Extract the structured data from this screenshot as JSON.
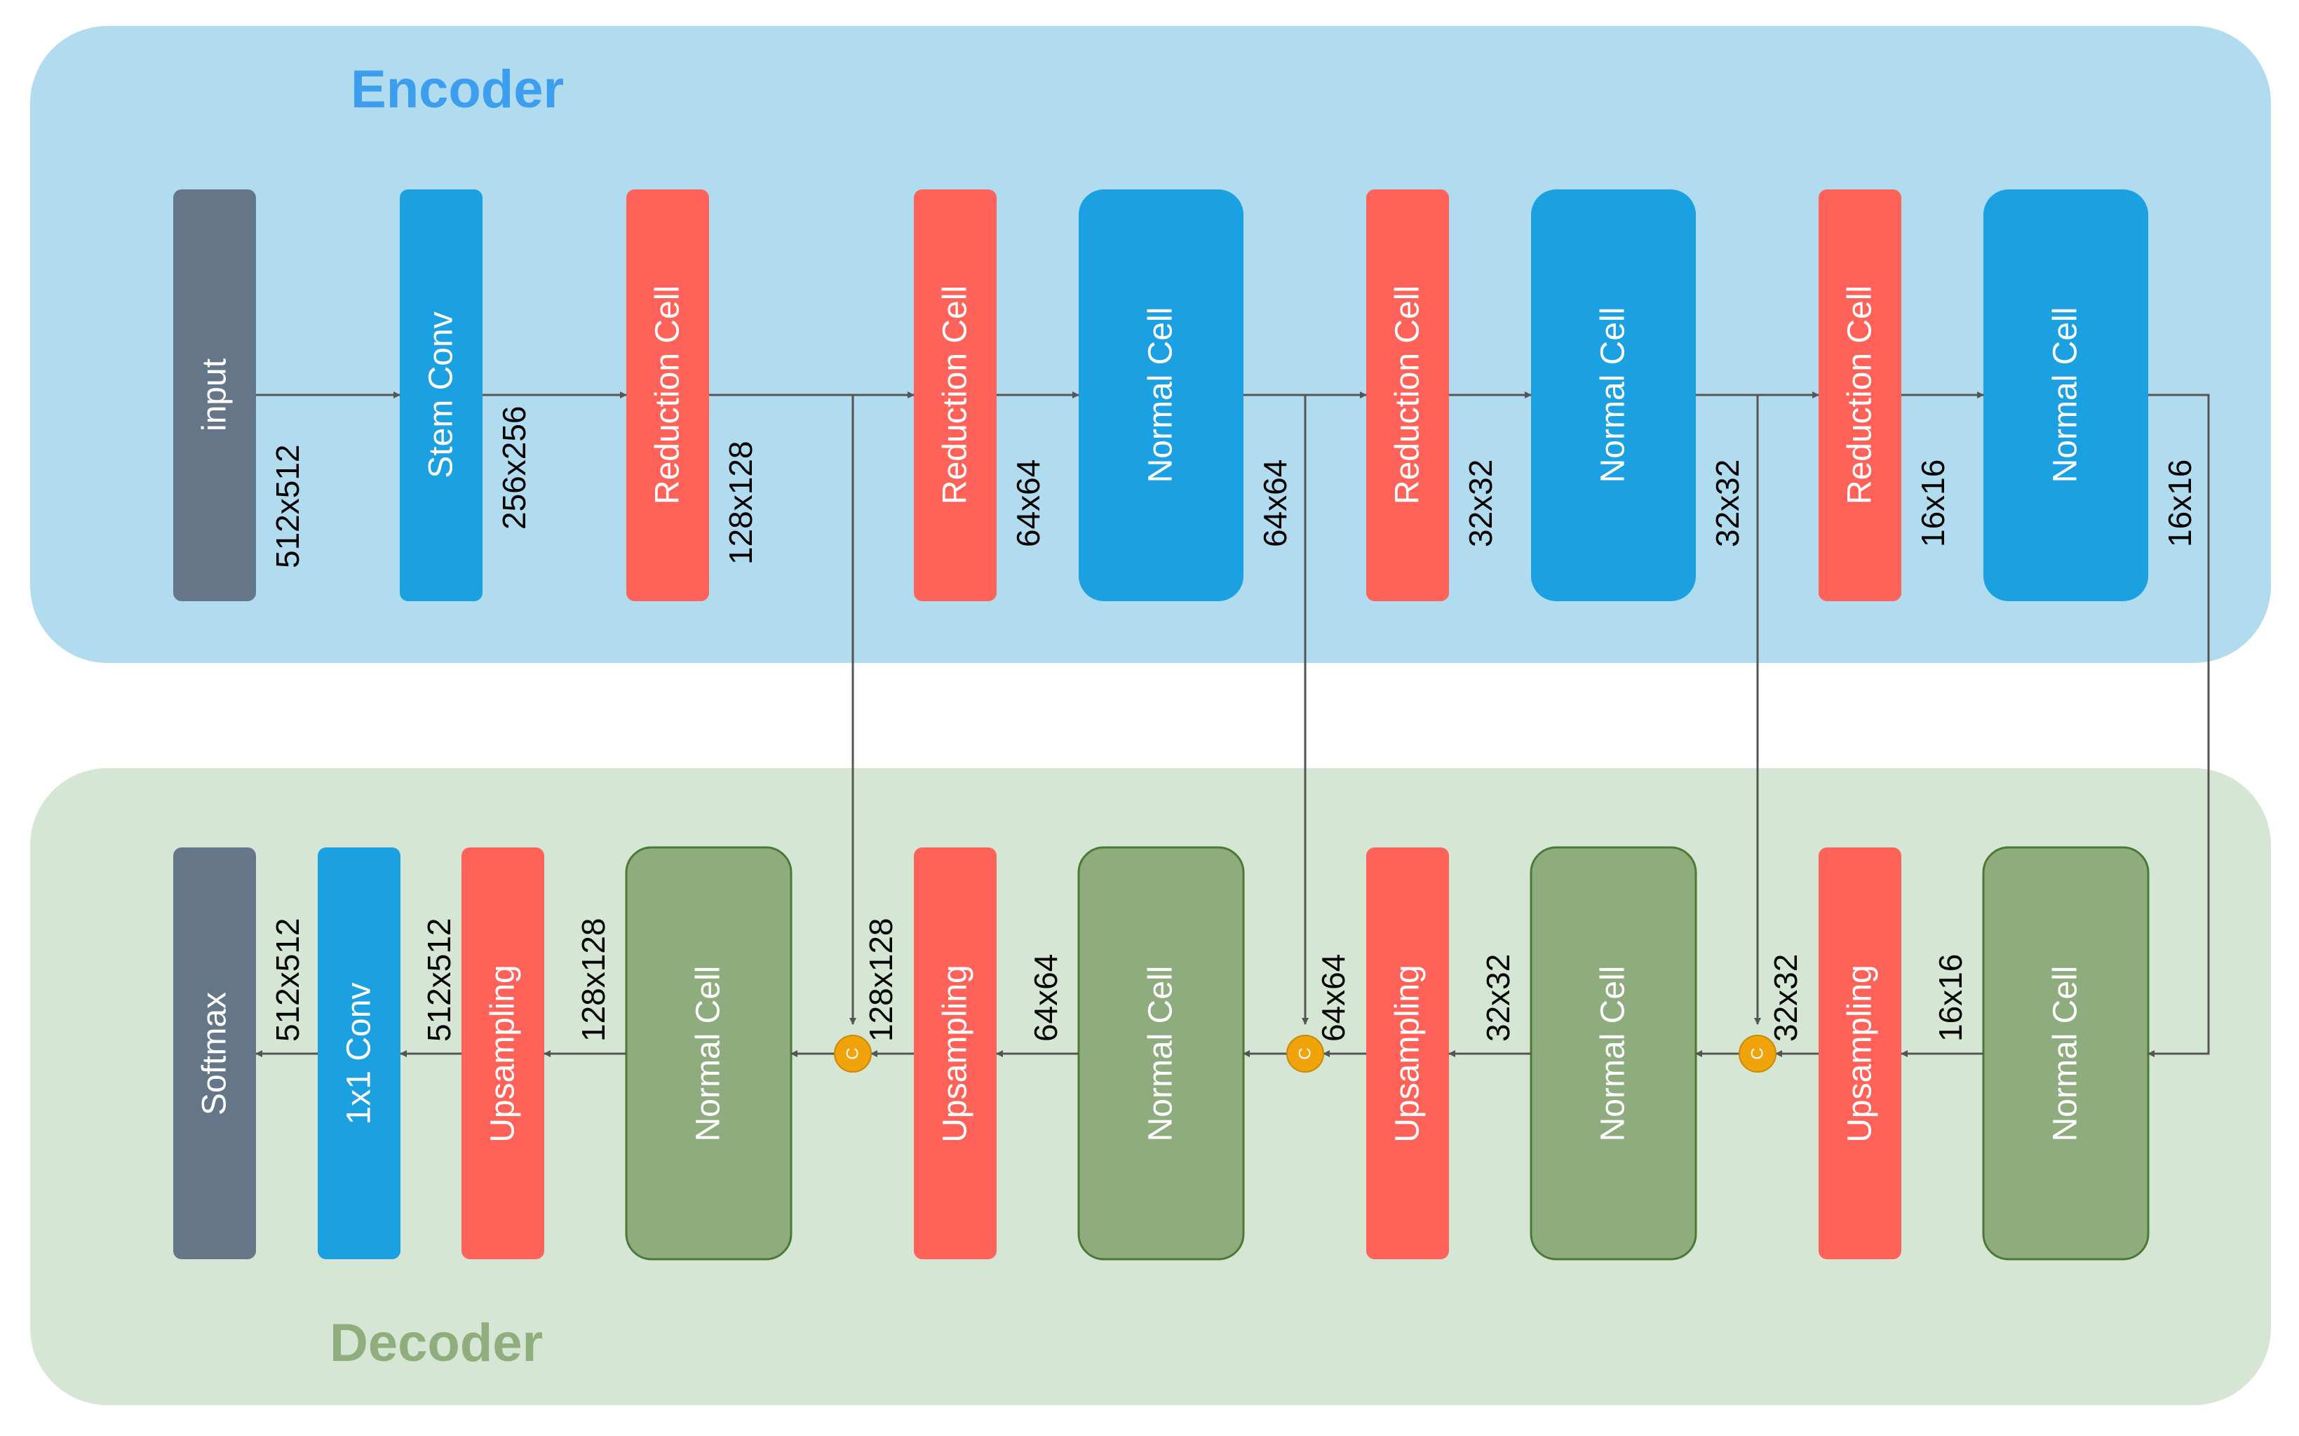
{
  "encoder": {
    "title": "Encoder",
    "blocks": [
      {
        "id": "input",
        "label": "input",
        "type": "io"
      },
      {
        "id": "stem",
        "label": "Stem Conv",
        "type": "conv"
      },
      {
        "id": "red1",
        "label": "Reduction Cell",
        "type": "reduction"
      },
      {
        "id": "red2",
        "label": "Reduction Cell",
        "type": "reduction"
      },
      {
        "id": "norm1",
        "label": "Normal Cell",
        "type": "normal_enc"
      },
      {
        "id": "red3",
        "label": "Reduction Cell",
        "type": "reduction"
      },
      {
        "id": "norm2",
        "label": "Normal Cell",
        "type": "normal_enc"
      },
      {
        "id": "red4",
        "label": "Reduction Cell",
        "type": "reduction"
      },
      {
        "id": "norm3",
        "label": "Normal Cell",
        "type": "normal_enc"
      }
    ],
    "dims": [
      "512x512",
      "256x256",
      "128x128",
      "64x64",
      "64x64",
      "32x32",
      "32x32",
      "16x16",
      "16x16"
    ]
  },
  "decoder": {
    "title": "Decoder",
    "blocks": [
      {
        "id": "softmax",
        "label": "Softmax",
        "type": "io"
      },
      {
        "id": "conv1x1",
        "label": "1x1 Conv",
        "type": "conv"
      },
      {
        "id": "up1",
        "label": "Upsampling",
        "type": "reduction"
      },
      {
        "id": "dnorm1",
        "label": "Normal Cell",
        "type": "normal_dec"
      },
      {
        "id": "up2",
        "label": "Upsampling",
        "type": "reduction"
      },
      {
        "id": "dnorm2",
        "label": "Normal Cell",
        "type": "normal_dec"
      },
      {
        "id": "up3",
        "label": "Upsampling",
        "type": "reduction"
      },
      {
        "id": "dnorm3",
        "label": "Normal Cell",
        "type": "normal_dec"
      },
      {
        "id": "up4",
        "label": "Upsampling",
        "type": "reduction"
      },
      {
        "id": "dnorm4",
        "label": "Normal Cell",
        "type": "normal_dec"
      }
    ],
    "dims": [
      "512x512",
      "512x512",
      "128x128",
      "128x128",
      "64x64",
      "64x64",
      "32x32",
      "32x32",
      "16x16"
    ],
    "concat_label": "C"
  },
  "colors": {
    "encoder_bg": "#b1dcef",
    "decoder_bg": "#d5e7d4",
    "encoder_title": "#3d9ef0",
    "decoder_title": "#90ad7e",
    "io": "#647687",
    "conv": "#1ba1e2",
    "reduction": "#fe6259",
    "normal_enc": "#1ba1e2",
    "normal_dec": "#8fac7e",
    "concat": "#f0a30a"
  }
}
